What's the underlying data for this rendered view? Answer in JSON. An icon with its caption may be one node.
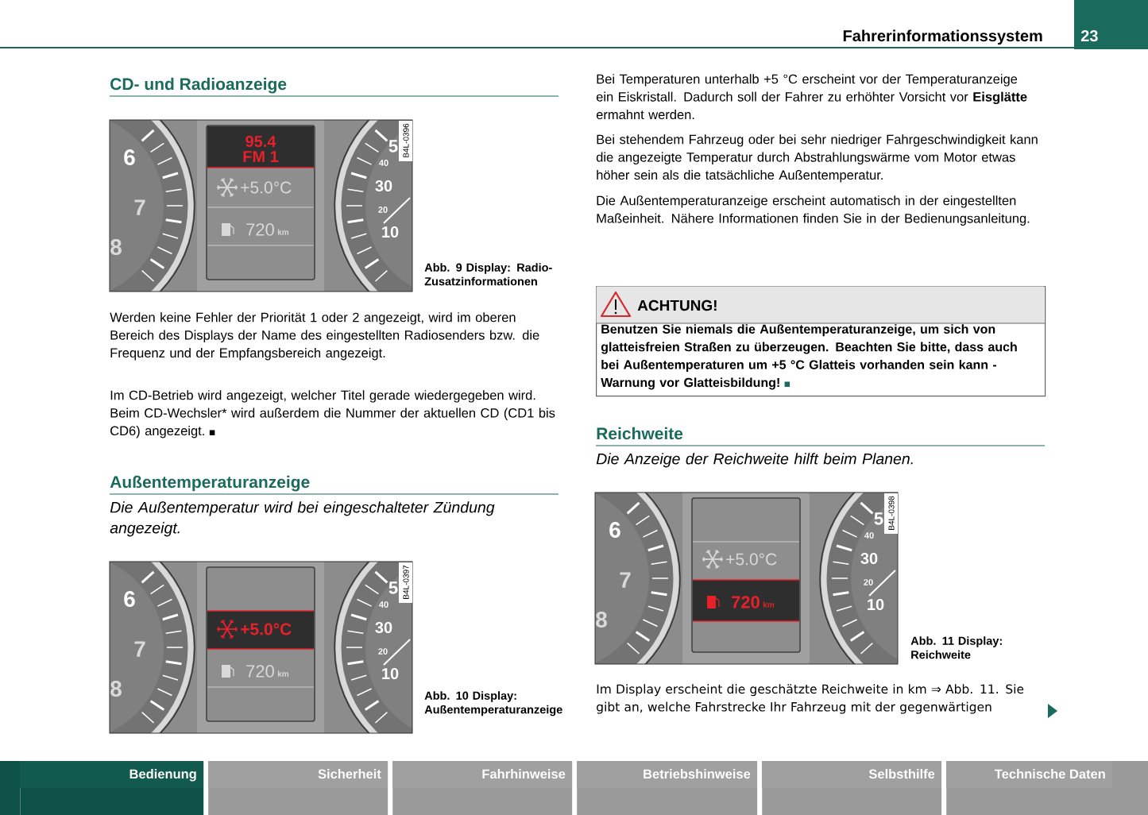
{
  "diagram": {
    "title": "Fahrerinformationssystem",
    "nodes": [
      {
        "text": [
          "ACHTUNG!",
          "Benutzen Sie niemals die Außentemperaturanzeige, um sich von glatteisfreien Straßen zu überzeugen. Beachten Sie bitte, dass auch bei Außentemperaturen um +5 °C Glatteis vorhanden sein kann - Warnung vor Glatteisbildung!"
        ]
      },
      {
        "text": [
          "Bedienung"
        ]
      },
      {
        "text": [
          "Sicherheit"
        ]
      },
      {
        "text": [
          "Fahrhinweise"
        ]
      },
      {
        "text": [
          "Betriebshinweise"
        ]
      },
      {
        "text": [
          "Selbsthilfe"
        ]
      },
      {
        "text": [
          "Technische Daten"
        ]
      }
    ],
    "labels": [
      "23",
      "CD- und Radioanzeige",
      "95.4",
      "FM 1",
      "+5.0°C",
      "720",
      "km",
      "6",
      "7",
      "8",
      "5",
      "40",
      "30",
      "20",
      "10",
      "B4L-0396",
      "Abb. 9 Display: Radio-Zusatzinformationen",
      "Werden keine Fehler der Priorität 1 oder 2 angezeigt, wird im oberen Bereich des Displays der Name des eingestellten Radiosenders bzw. die Frequenz und der Empfangsbereich angezeigt.",
      "Im CD-Betrieb wird angezeigt, welcher Titel gerade wiedergegeben wird. Beim CD-Wechsler* wird außerdem die Nummer der aktuellen CD (CD1 bis CD6) angezeigt.",
      "Außentemperaturanzeige",
      "Die Außentemperatur wird bei eingeschalteter Zündung angezeigt.",
      "+5.0°C",
      "720",
      "km",
      "6",
      "7",
      "8",
      "5",
      "40",
      "30",
      "20",
      "10",
      "B4L-0397",
      "Abb. 10 Display: Außentemperaturanzeige",
      "Bei Temperaturen unterhalb +5 °C erscheint vor der Temperaturanzeige ein Eiskristall. Dadurch soll der Fahrer zu erhöhter Vorsicht vor **Eisglätte** ermahnt werden.",
      "Bei stehendem Fahrzeug oder bei sehr niedriger Fahrgeschwindigkeit kann die angezeigte Temperatur durch Abstrahlungswärme vom Motor etwas höher sein als die tatsächliche Außentemperatur.",
      "Die Außentemperaturanzeige erscheint automatisch in der eingestellten Maßeinheit. Nähere Informationen finden Sie in der Bedienungsanleitung.",
      "Reichweite",
      "Die Anzeige der Reichweite hilft beim Planen.",
      "+5.0°C",
      "720",
      "km",
      "6",
      "7",
      "8",
      "5",
      "40",
      "30",
      "20",
      "10",
      "B4L-0398",
      "Abb. 11 Display: Reichweite",
      "Im Display erscheint die geschätzte Reichweite in km ⇒ Abb. 11. Sie gibt an, welche Fahrstrecke Ihr Fahrzeug mit der gegenwärtigen"
    ]
  }
}
